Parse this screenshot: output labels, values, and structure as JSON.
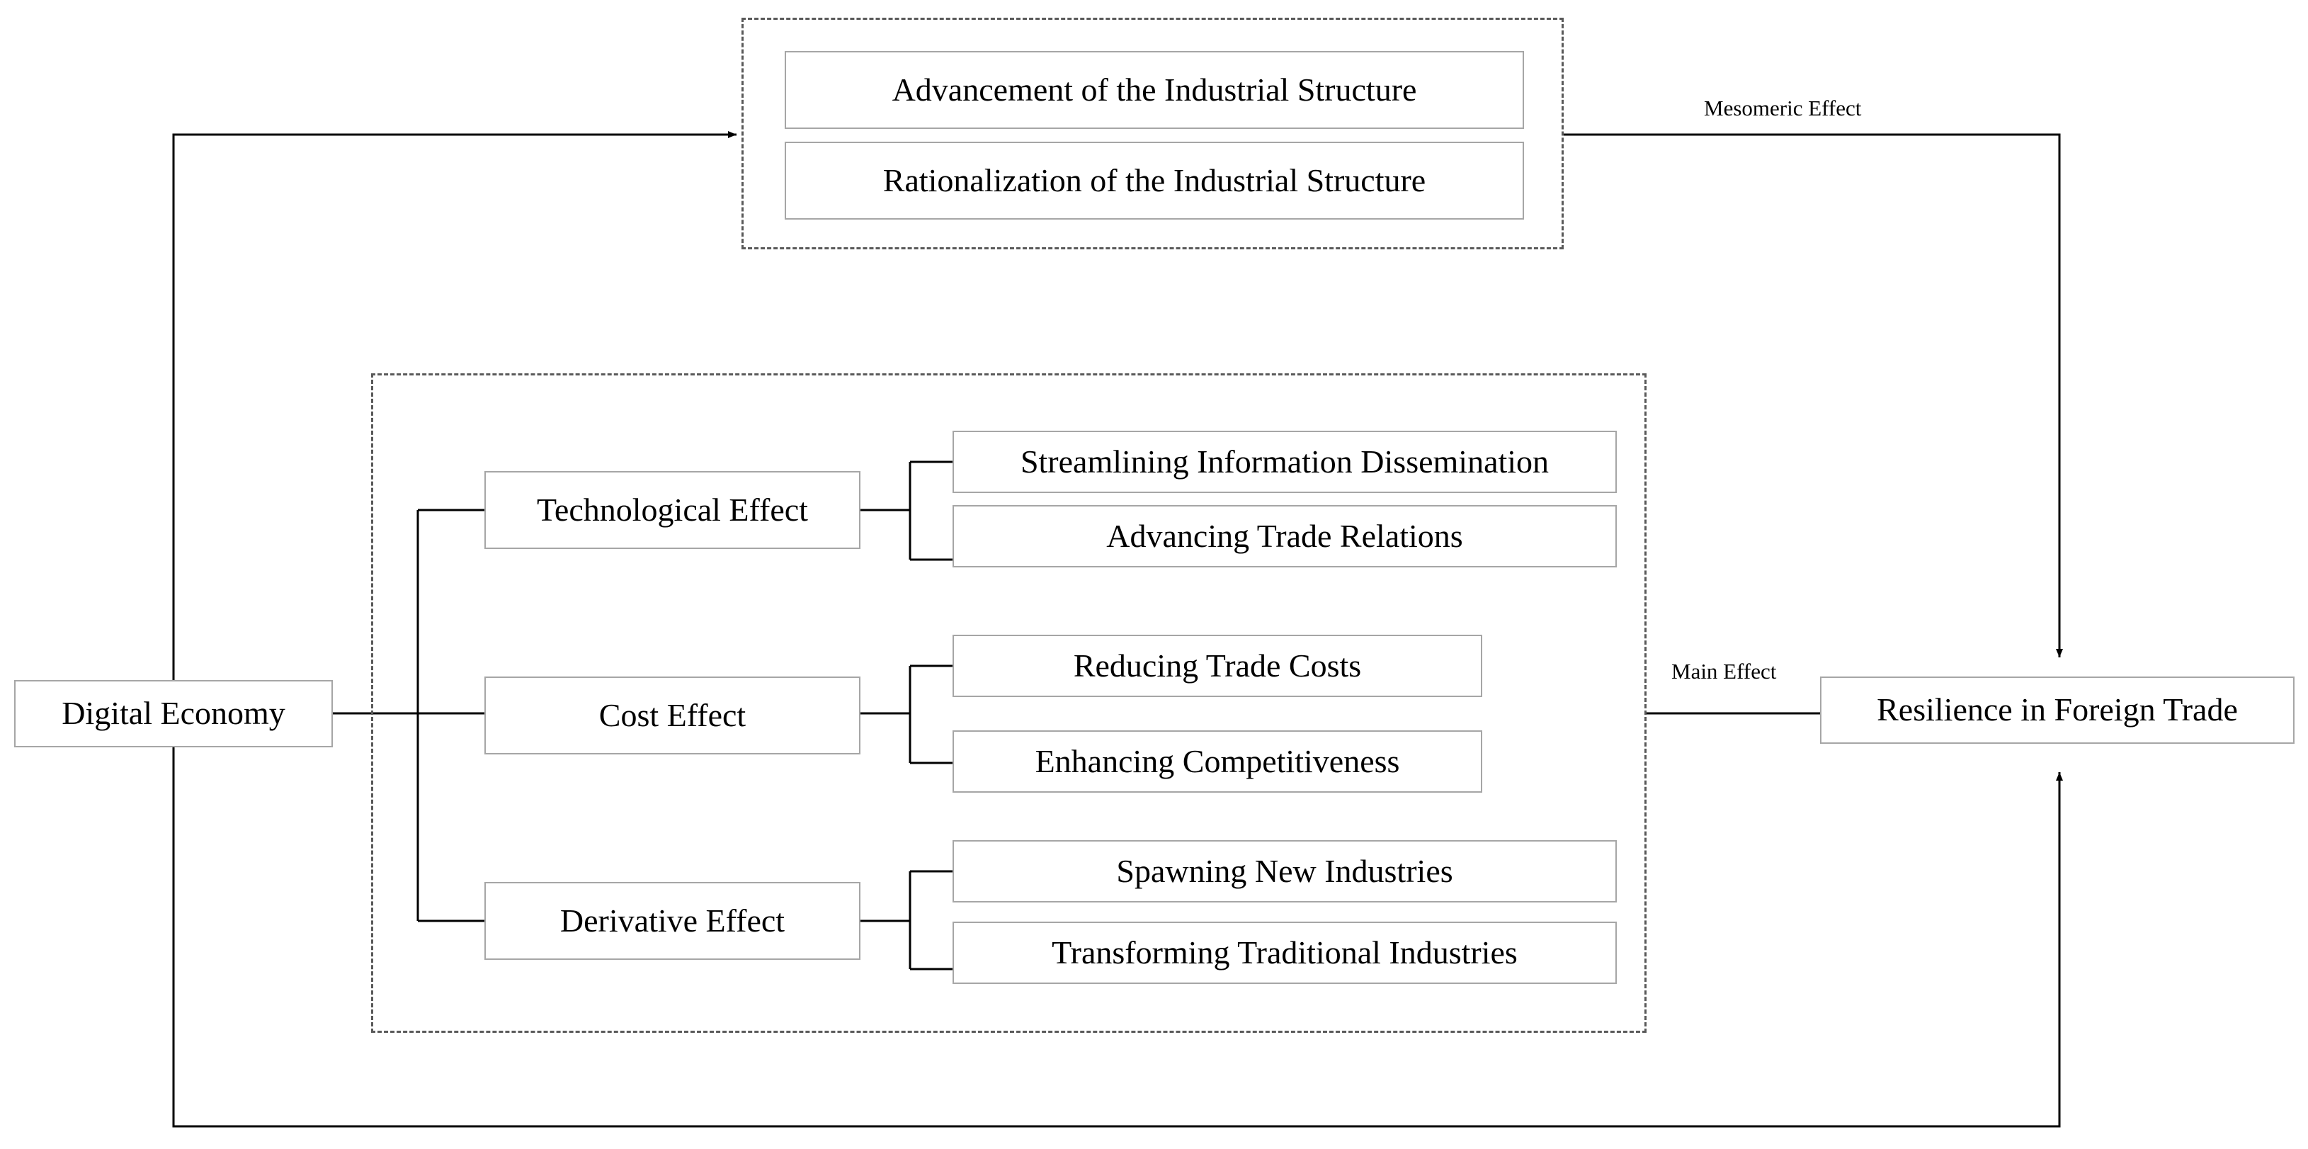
{
  "figure": {
    "type": "flow-diagram",
    "title": "Digital Economy and Resilience in Foreign Trade mechanism diagram"
  },
  "nodes": {
    "source": {
      "label": "Digital Economy"
    },
    "outcome": {
      "label": "Resilience in Foreign Trade"
    },
    "mesomeric_group": {
      "items": [
        {
          "label": "Advancement of the Industrial Structure"
        },
        {
          "label": "Rationalization of the Industrial Structure"
        }
      ]
    },
    "main_group": {
      "channels": [
        {
          "label": "Technological Effect",
          "outcomes": [
            {
              "label": "Streamlining Information Dissemination"
            },
            {
              "label": "Advancing Trade Relations"
            }
          ]
        },
        {
          "label": "Cost Effect",
          "outcomes": [
            {
              "label": "Reducing Trade Costs"
            },
            {
              "label": "Enhancing Competitiveness"
            }
          ]
        },
        {
          "label": "Derivative Effect",
          "outcomes": [
            {
              "label": "Spawning New Industries"
            },
            {
              "label": "Transforming Traditional Industries"
            }
          ]
        }
      ]
    }
  },
  "edge_labels": {
    "mesomeric": "Mesomeric Effect",
    "main": "Main Effect"
  },
  "colors": {
    "box_border": "#a6a6a6",
    "group_border": "#595959",
    "line": "#000000",
    "background": "#ffffff",
    "text": "#000000"
  }
}
